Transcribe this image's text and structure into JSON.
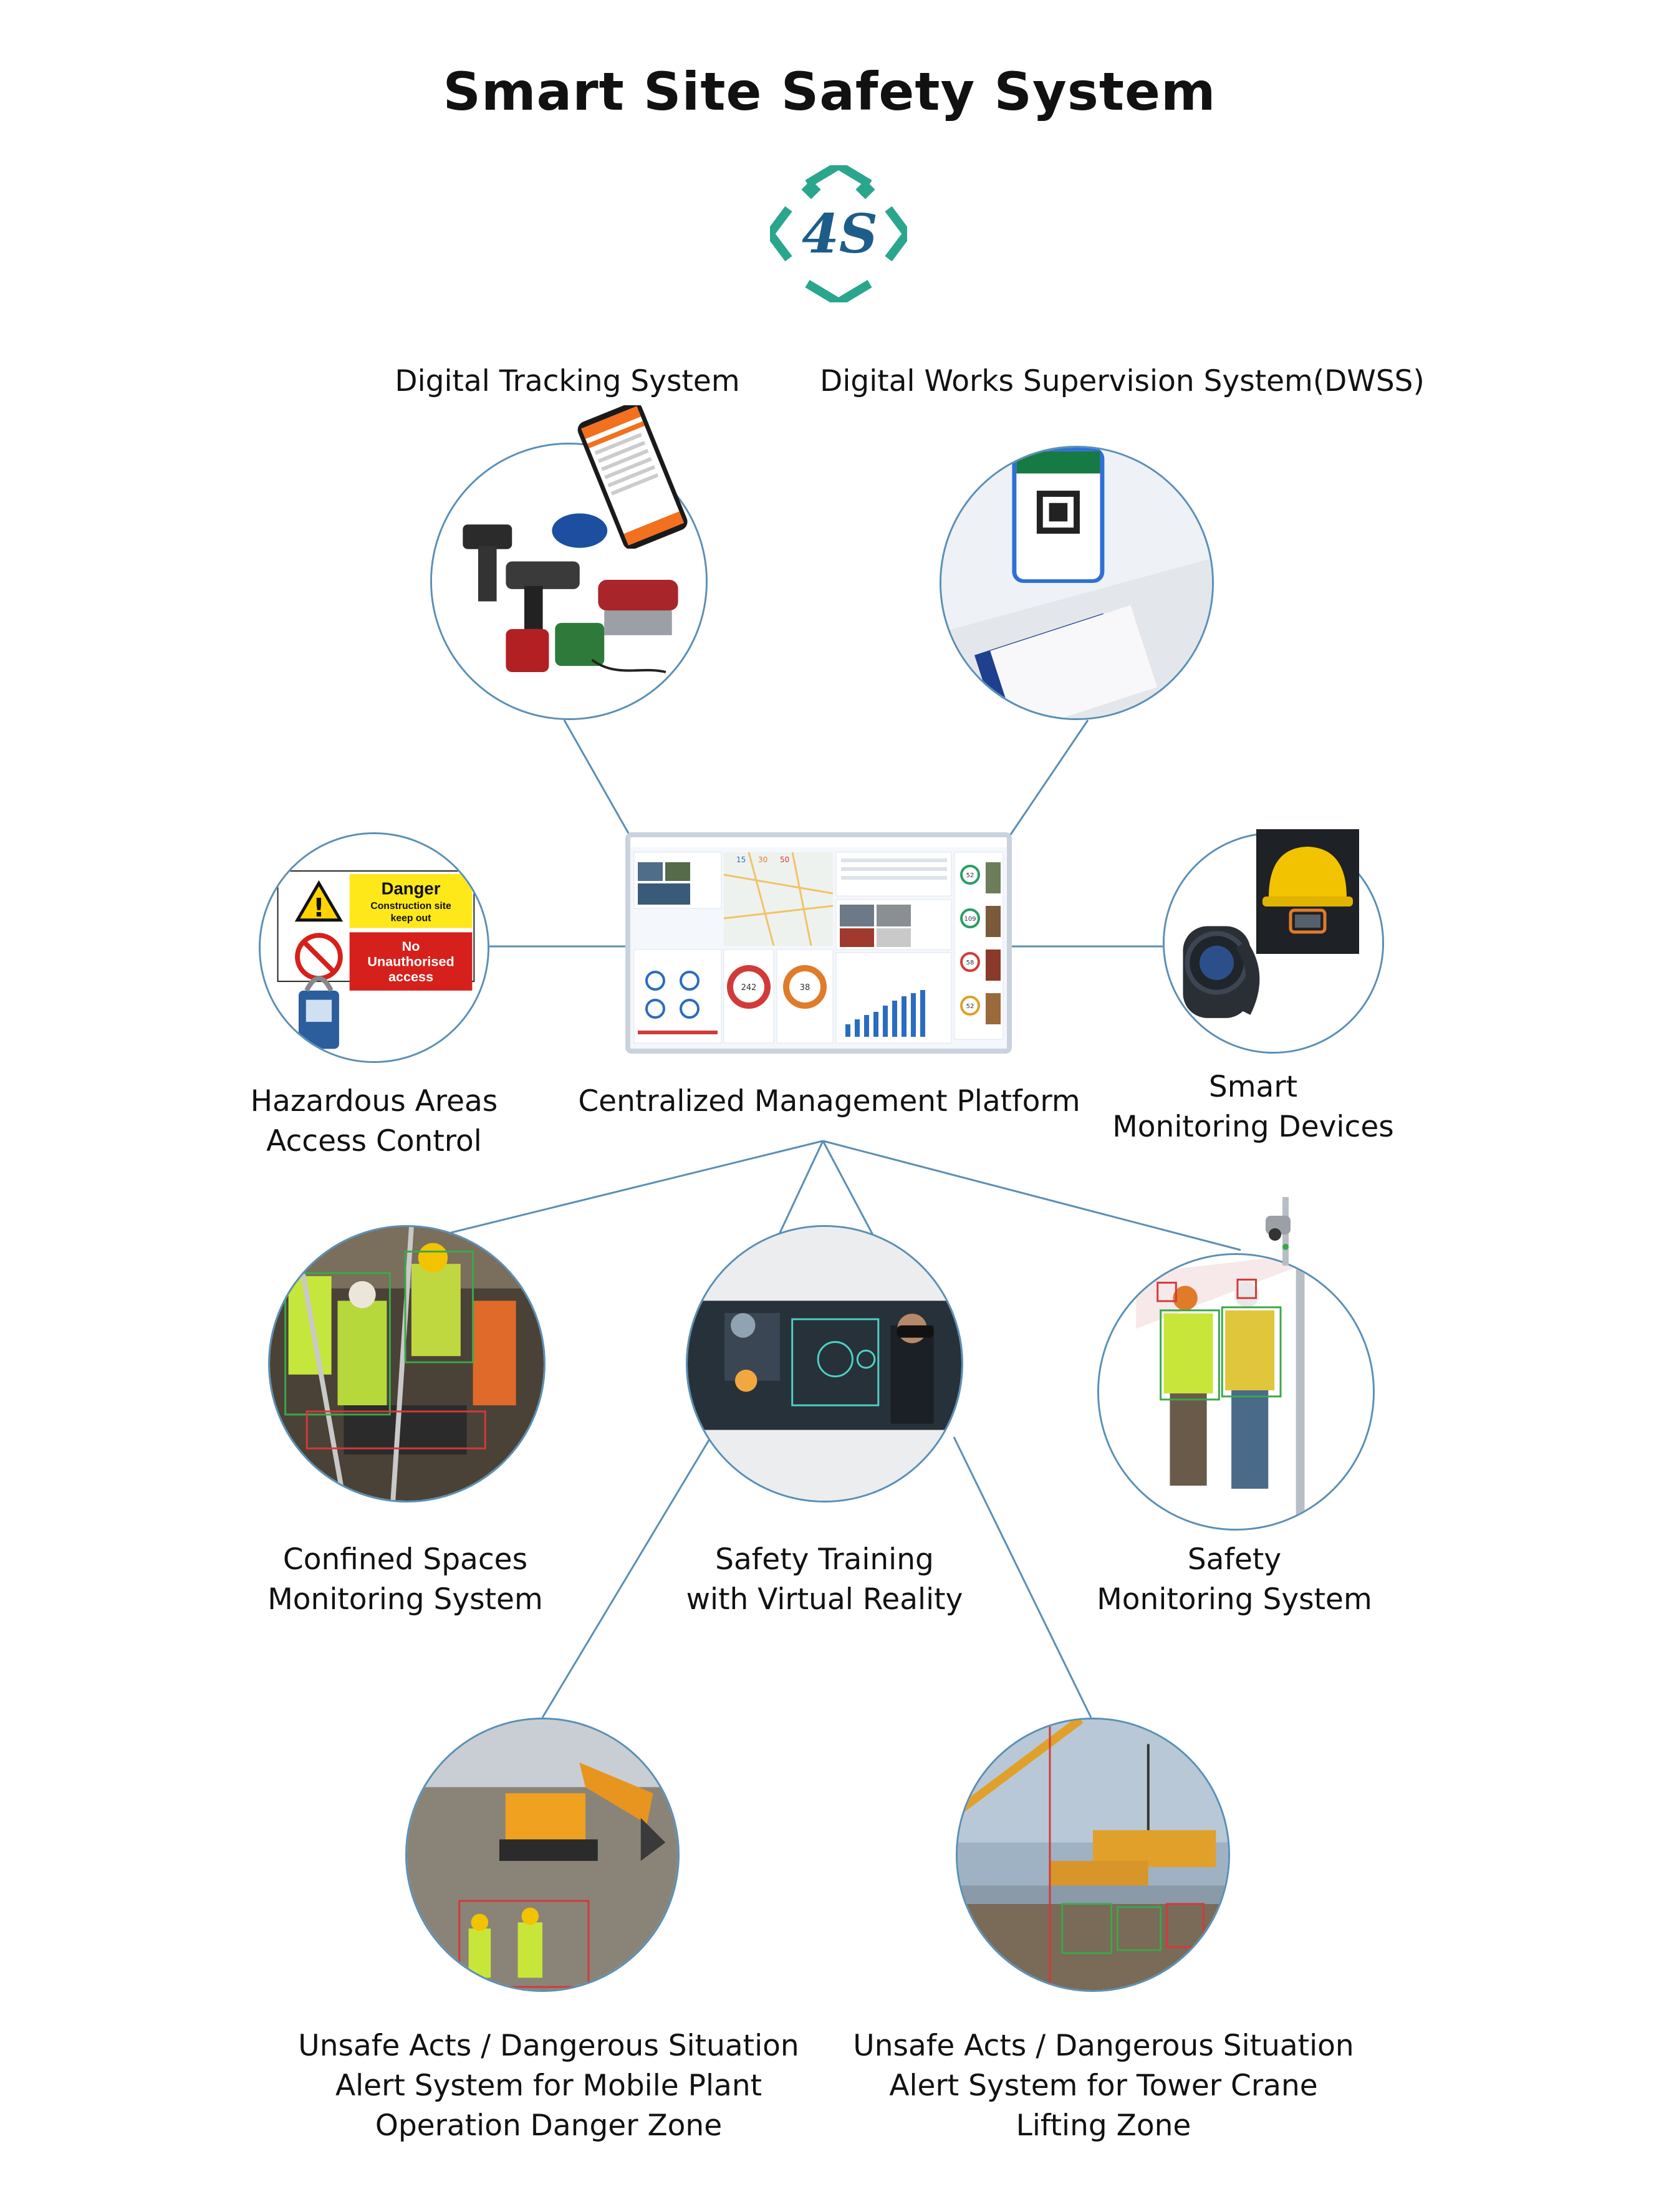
{
  "title": "Smart Site Safety System",
  "logo": {
    "text": "4S",
    "color": "#2aa68c",
    "accent": "#1c5d8a"
  },
  "line_color": "#5a8fb6",
  "nodes": {
    "digital_tracking": "Digital Tracking System",
    "dwss": "Digital Works Supervision System(DWSS)",
    "hazardous": {
      "line1": "Hazardous Areas",
      "line2": "Access Control"
    },
    "platform": "Centralized Management Platform",
    "smart_devices": {
      "line1": "Smart",
      "line2": "Monitoring  Devices"
    },
    "confined": {
      "line1": "Confined Spaces",
      "line2": "Monitoring System"
    },
    "vr": {
      "line1": "Safety Training",
      "line2": "with Virtual Reality"
    },
    "safety_monitoring": {
      "line1": "Safety",
      "line2": "Monitoring System"
    },
    "mobile_plant": {
      "line1": "Unsafe Acts / Dangerous Situation",
      "line2": "Alert System for Mobile Plant",
      "line3": "Operation Danger Zone"
    },
    "tower_crane": {
      "line1": "Unsafe Acts / Dangerous Situation",
      "line2": "Alert System for Tower Crane",
      "line3": "Lifting Zone"
    }
  },
  "signs": {
    "danger_title": "Danger",
    "danger_line1": "Construction site",
    "danger_line2": "keep out",
    "no_line1": "No",
    "no_line2": "Unauthorised",
    "no_line3": "access"
  },
  "dashboard": {
    "kpi_values": [
      "15",
      "30",
      "50"
    ],
    "donut_values": [
      "242",
      "38"
    ],
    "card_values": [
      "52",
      "109",
      "58",
      "52"
    ]
  }
}
